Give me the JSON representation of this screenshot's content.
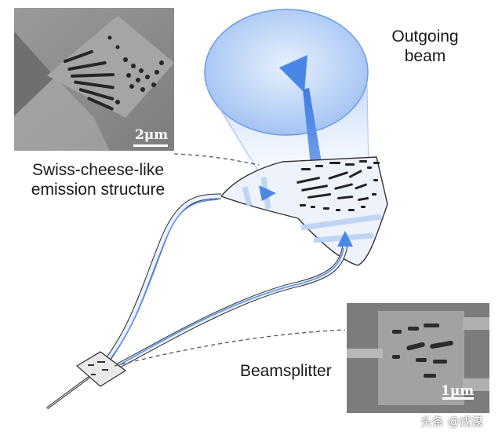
{
  "labels": {
    "outgoing_beam_line1": "Outgoing",
    "outgoing_beam_line2": "beam",
    "emission_line1": "Swiss-cheese-like",
    "emission_line2": "emission structure",
    "beamsplitter": "Beamsplitter"
  },
  "scalebars": {
    "top_inset": "2μm",
    "bottom_inset": "1μm"
  },
  "watermark": "头条 @戎谋",
  "colors": {
    "beam_blue": "#5b8fe8",
    "cone_fill": "#c9dcf8",
    "waveguide_dark": "#2a2a2a",
    "sem_gray": "#8c8c8c"
  }
}
